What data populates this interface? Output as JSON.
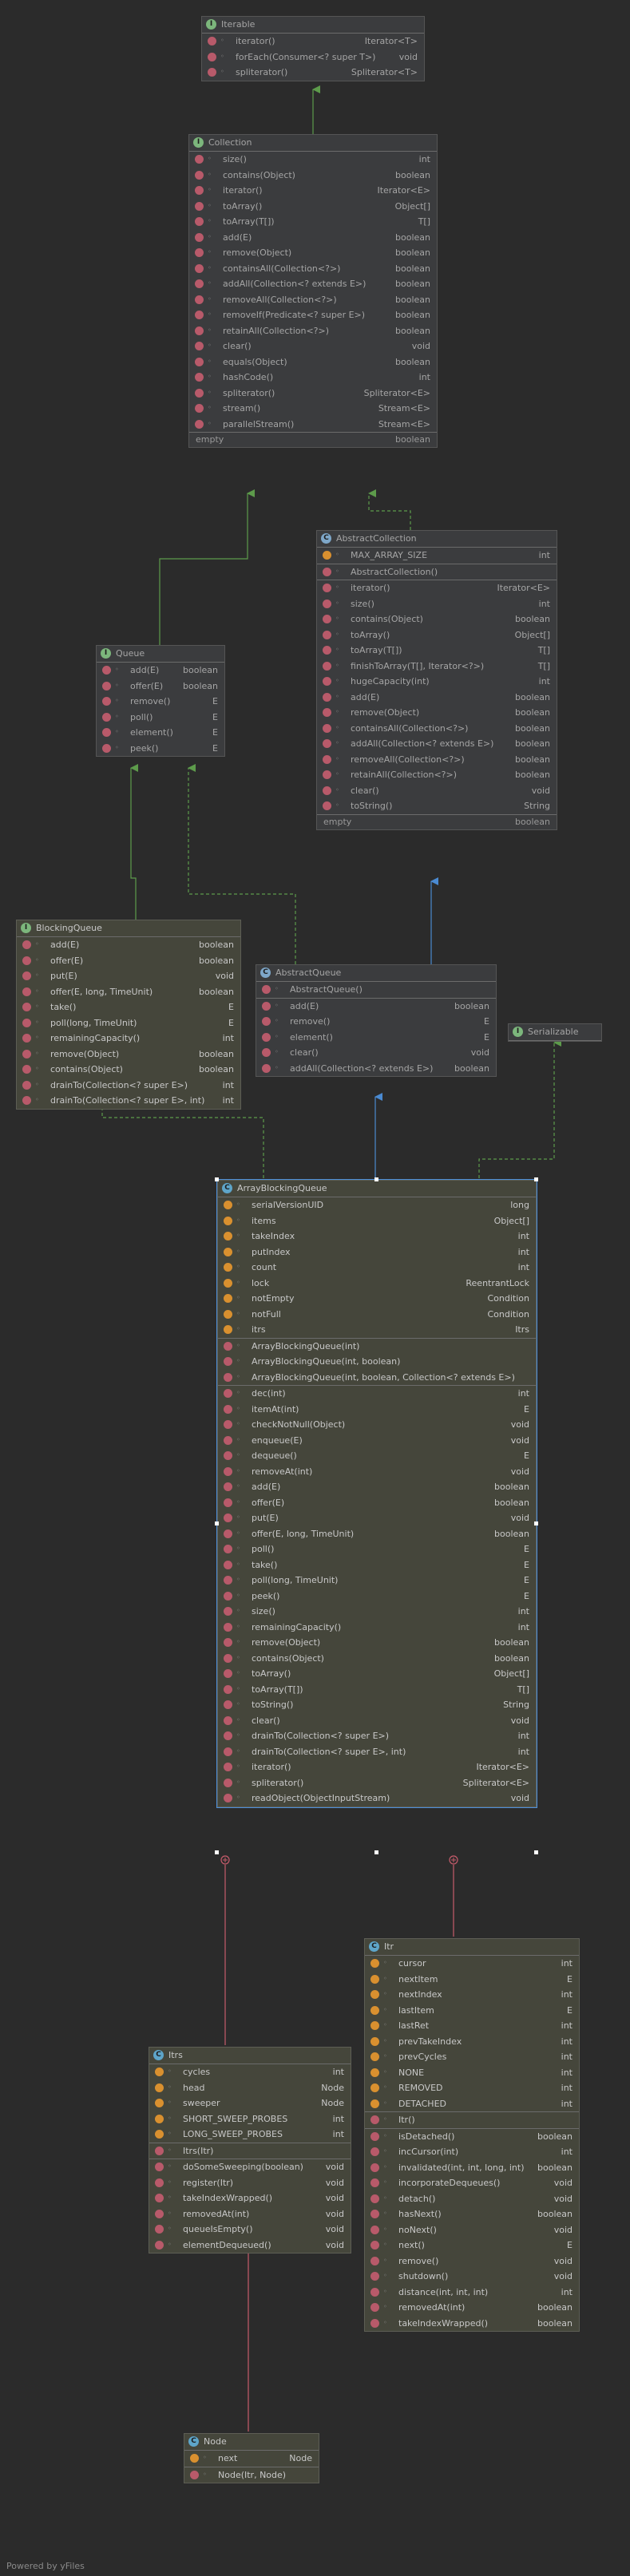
{
  "footer_text": "Powered by yFiles",
  "nodes": {
    "iterable": {
      "title": "Iterable",
      "kind": "i",
      "rows": [
        {
          "n": "iterator()",
          "t": "Iterator<T>"
        },
        {
          "n": "forEach(Consumer<? super T>)",
          "t": "void"
        },
        {
          "n": "spliterator()",
          "t": "Spliterator<T>"
        }
      ]
    },
    "collection": {
      "title": "Collection",
      "kind": "i",
      "rows": [
        {
          "n": "size()",
          "t": "int"
        },
        {
          "n": "contains(Object)",
          "t": "boolean"
        },
        {
          "n": "iterator()",
          "t": "Iterator<E>"
        },
        {
          "n": "toArray()",
          "t": "Object[]"
        },
        {
          "n": "toArray(T[])",
          "t": "T[]"
        },
        {
          "n": "add(E)",
          "t": "boolean"
        },
        {
          "n": "remove(Object)",
          "t": "boolean"
        },
        {
          "n": "containsAll(Collection<?>)",
          "t": "boolean"
        },
        {
          "n": "addAll(Collection<? extends E>)",
          "t": "boolean"
        },
        {
          "n": "removeAll(Collection<?>)",
          "t": "boolean"
        },
        {
          "n": "removeIf(Predicate<? super E>)",
          "t": "boolean"
        },
        {
          "n": "retainAll(Collection<?>)",
          "t": "boolean"
        },
        {
          "n": "clear()",
          "t": "void"
        },
        {
          "n": "equals(Object)",
          "t": "boolean"
        },
        {
          "n": "hashCode()",
          "t": "int"
        },
        {
          "n": "spliterator()",
          "t": "Spliterator<E>"
        },
        {
          "n": "stream()",
          "t": "Stream<E>"
        },
        {
          "n": "parallelStream()",
          "t": "Stream<E>"
        }
      ],
      "foot": {
        "n": "empty",
        "t": "boolean"
      }
    },
    "abstractcollection": {
      "title": "AbstractCollection",
      "kind": "a",
      "fields": [
        {
          "n": "MAX_ARRAY_SIZE",
          "t": "int"
        }
      ],
      "ctors": [
        {
          "n": "AbstractCollection()",
          "t": ""
        }
      ],
      "rows": [
        {
          "n": "iterator()",
          "t": "Iterator<E>"
        },
        {
          "n": "size()",
          "t": "int"
        },
        {
          "n": "contains(Object)",
          "t": "boolean"
        },
        {
          "n": "toArray()",
          "t": "Object[]"
        },
        {
          "n": "toArray(T[])",
          "t": "T[]"
        },
        {
          "n": "finishToArray(T[], Iterator<?>)",
          "t": "T[]"
        },
        {
          "n": "hugeCapacity(int)",
          "t": "int"
        },
        {
          "n": "add(E)",
          "t": "boolean"
        },
        {
          "n": "remove(Object)",
          "t": "boolean"
        },
        {
          "n": "containsAll(Collection<?>)",
          "t": "boolean"
        },
        {
          "n": "addAll(Collection<? extends E>)",
          "t": "boolean"
        },
        {
          "n": "removeAll(Collection<?>)",
          "t": "boolean"
        },
        {
          "n": "retainAll(Collection<?>)",
          "t": "boolean"
        },
        {
          "n": "clear()",
          "t": "void"
        },
        {
          "n": "toString()",
          "t": "String"
        }
      ],
      "foot": {
        "n": "empty",
        "t": "boolean"
      }
    },
    "queue": {
      "title": "Queue",
      "kind": "i",
      "rows": [
        {
          "n": "add(E)",
          "t": "boolean"
        },
        {
          "n": "offer(E)",
          "t": "boolean"
        },
        {
          "n": "remove()",
          "t": "E"
        },
        {
          "n": "poll()",
          "t": "E"
        },
        {
          "n": "element()",
          "t": "E"
        },
        {
          "n": "peek()",
          "t": "E"
        }
      ]
    },
    "blockingqueue": {
      "title": "BlockingQueue",
      "kind": "i",
      "rows": [
        {
          "n": "add(E)",
          "t": "boolean"
        },
        {
          "n": "offer(E)",
          "t": "boolean"
        },
        {
          "n": "put(E)",
          "t": "void"
        },
        {
          "n": "offer(E, long, TimeUnit)",
          "t": "boolean"
        },
        {
          "n": "take()",
          "t": "E"
        },
        {
          "n": "poll(long, TimeUnit)",
          "t": "E"
        },
        {
          "n": "remainingCapacity()",
          "t": "int"
        },
        {
          "n": "remove(Object)",
          "t": "boolean"
        },
        {
          "n": "contains(Object)",
          "t": "boolean"
        },
        {
          "n": "drainTo(Collection<? super E>)",
          "t": "int"
        },
        {
          "n": "drainTo(Collection<? super E>, int)",
          "t": "int"
        }
      ]
    },
    "abstractqueue": {
      "title": "AbstractQueue",
      "kind": "a",
      "ctors": [
        {
          "n": "AbstractQueue()",
          "t": ""
        }
      ],
      "rows": [
        {
          "n": "add(E)",
          "t": "boolean"
        },
        {
          "n": "remove()",
          "t": "E"
        },
        {
          "n": "element()",
          "t": "E"
        },
        {
          "n": "clear()",
          "t": "void"
        },
        {
          "n": "addAll(Collection<? extends E>)",
          "t": "boolean"
        }
      ]
    },
    "serializable": {
      "title": "Serializable",
      "kind": "i",
      "rows": []
    },
    "arrayblockingqueue": {
      "title": "ArrayBlockingQueue",
      "kind": "c",
      "fields": [
        {
          "n": "serialVersionUID",
          "t": "long"
        },
        {
          "n": "items",
          "t": "Object[]"
        },
        {
          "n": "takeIndex",
          "t": "int"
        },
        {
          "n": "putIndex",
          "t": "int"
        },
        {
          "n": "count",
          "t": "int"
        },
        {
          "n": "lock",
          "t": "ReentrantLock"
        },
        {
          "n": "notEmpty",
          "t": "Condition"
        },
        {
          "n": "notFull",
          "t": "Condition"
        },
        {
          "n": "itrs",
          "t": "Itrs"
        }
      ],
      "ctors": [
        {
          "n": "ArrayBlockingQueue(int)",
          "t": ""
        },
        {
          "n": "ArrayBlockingQueue(int, boolean)",
          "t": ""
        },
        {
          "n": "ArrayBlockingQueue(int, boolean, Collection<? extends E>)",
          "t": ""
        }
      ],
      "rows": [
        {
          "n": "dec(int)",
          "t": "int"
        },
        {
          "n": "itemAt(int)",
          "t": "E"
        },
        {
          "n": "checkNotNull(Object)",
          "t": "void"
        },
        {
          "n": "enqueue(E)",
          "t": "void"
        },
        {
          "n": "dequeue()",
          "t": "E"
        },
        {
          "n": "removeAt(int)",
          "t": "void"
        },
        {
          "n": "add(E)",
          "t": "boolean"
        },
        {
          "n": "offer(E)",
          "t": "boolean"
        },
        {
          "n": "put(E)",
          "t": "void"
        },
        {
          "n": "offer(E, long, TimeUnit)",
          "t": "boolean"
        },
        {
          "n": "poll()",
          "t": "E"
        },
        {
          "n": "take()",
          "t": "E"
        },
        {
          "n": "poll(long, TimeUnit)",
          "t": "E"
        },
        {
          "n": "peek()",
          "t": "E"
        },
        {
          "n": "size()",
          "t": "int"
        },
        {
          "n": "remainingCapacity()",
          "t": "int"
        },
        {
          "n": "remove(Object)",
          "t": "boolean"
        },
        {
          "n": "contains(Object)",
          "t": "boolean"
        },
        {
          "n": "toArray()",
          "t": "Object[]"
        },
        {
          "n": "toArray(T[])",
          "t": "T[]"
        },
        {
          "n": "toString()",
          "t": "String"
        },
        {
          "n": "clear()",
          "t": "void"
        },
        {
          "n": "drainTo(Collection<? super E>)",
          "t": "int"
        },
        {
          "n": "drainTo(Collection<? super E>, int)",
          "t": "int"
        },
        {
          "n": "iterator()",
          "t": "Iterator<E>"
        },
        {
          "n": "spliterator()",
          "t": "Spliterator<E>"
        },
        {
          "n": "readObject(ObjectInputStream)",
          "t": "void"
        }
      ]
    },
    "itr": {
      "title": "Itr",
      "kind": "c",
      "fields": [
        {
          "n": "cursor",
          "t": "int"
        },
        {
          "n": "nextItem",
          "t": "E"
        },
        {
          "n": "nextIndex",
          "t": "int"
        },
        {
          "n": "lastItem",
          "t": "E"
        },
        {
          "n": "lastRet",
          "t": "int"
        },
        {
          "n": "prevTakeIndex",
          "t": "int"
        },
        {
          "n": "prevCycles",
          "t": "int"
        },
        {
          "n": "NONE",
          "t": "int"
        },
        {
          "n": "REMOVED",
          "t": "int"
        },
        {
          "n": "DETACHED",
          "t": "int"
        }
      ],
      "ctors": [
        {
          "n": "Itr()",
          "t": ""
        }
      ],
      "rows": [
        {
          "n": "isDetached()",
          "t": "boolean"
        },
        {
          "n": "incCursor(int)",
          "t": "int"
        },
        {
          "n": "invalidated(int, int, long, int)",
          "t": "boolean"
        },
        {
          "n": "incorporateDequeues()",
          "t": "void"
        },
        {
          "n": "detach()",
          "t": "void"
        },
        {
          "n": "hasNext()",
          "t": "boolean"
        },
        {
          "n": "noNext()",
          "t": "void"
        },
        {
          "n": "next()",
          "t": "E"
        },
        {
          "n": "remove()",
          "t": "void"
        },
        {
          "n": "shutdown()",
          "t": "void"
        },
        {
          "n": "distance(int, int, int)",
          "t": "int"
        },
        {
          "n": "removedAt(int)",
          "t": "boolean"
        },
        {
          "n": "takeIndexWrapped()",
          "t": "boolean"
        }
      ]
    },
    "itrs": {
      "title": "Itrs",
      "kind": "c",
      "fields": [
        {
          "n": "cycles",
          "t": "int"
        },
        {
          "n": "head",
          "t": "Node"
        },
        {
          "n": "sweeper",
          "t": "Node"
        },
        {
          "n": "SHORT_SWEEP_PROBES",
          "t": "int"
        },
        {
          "n": "LONG_SWEEP_PROBES",
          "t": "int"
        }
      ],
      "ctors": [
        {
          "n": "Itrs(Itr)",
          "t": ""
        }
      ],
      "rows": [
        {
          "n": "doSomeSweeping(boolean)",
          "t": "void"
        },
        {
          "n": "register(Itr)",
          "t": "void"
        },
        {
          "n": "takeIndexWrapped()",
          "t": "void"
        },
        {
          "n": "removedAt(int)",
          "t": "void"
        },
        {
          "n": "queueIsEmpty()",
          "t": "void"
        },
        {
          "n": "elementDequeued()",
          "t": "void"
        }
      ]
    },
    "node": {
      "title": "Node",
      "kind": "c",
      "fields": [
        {
          "n": "next",
          "t": "Node"
        }
      ],
      "ctors": [
        {
          "n": "Node(Itr, Node)",
          "t": ""
        }
      ],
      "rows": []
    }
  }
}
